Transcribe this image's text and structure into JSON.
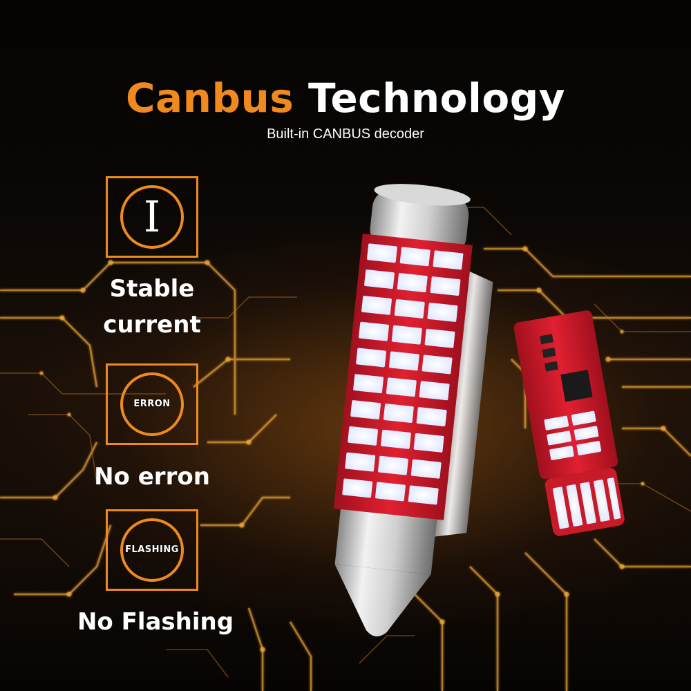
{
  "headline": {
    "part1": "Canbus",
    "part2": "Technology"
  },
  "subtitle": "Built-in CANBUS decoder",
  "features": [
    {
      "icon": "stable-current-icon",
      "glyph": "I",
      "label_line1": "Stable",
      "label_line2": "current"
    },
    {
      "icon": "no-error-icon",
      "badge_text": "ERRON",
      "label": "No erron"
    },
    {
      "icon": "no-flashing-icon",
      "badge_text": "FLASHING",
      "label": "No Flashing"
    }
  ],
  "colors": {
    "accent": "#f08a1e",
    "text": "#ffffff",
    "pcb": "#d01828",
    "led": "#f4f8ff",
    "background": "#0a0705"
  },
  "products": [
    "festoon-led-bulb",
    "t10-wedge-led-bulb"
  ]
}
